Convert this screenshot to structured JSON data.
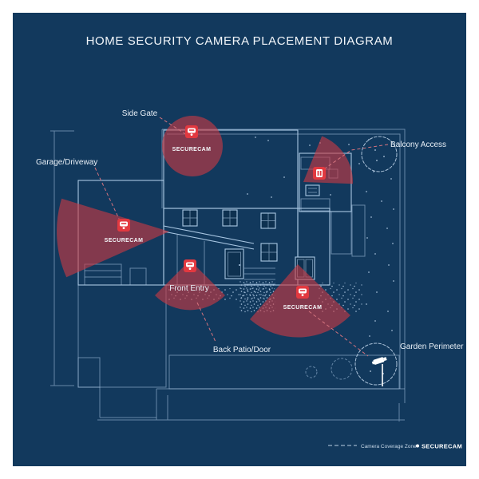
{
  "title": "HOME SECURITY CAMERA PLACEMENT DIAGRAM",
  "cameras": [
    {
      "location": "Side Gate",
      "brand": "SECURECAM",
      "zone": "circle"
    },
    {
      "location": "Garage/Driveway",
      "brand": "SECURECAM",
      "zone": "wedge-left"
    },
    {
      "location": "Balcony Access",
      "brand": "",
      "zone": "wedge-upper-right"
    },
    {
      "location": "Front Entry",
      "brand": "",
      "zone": "wedge-down"
    },
    {
      "location": "Back Patio/Door",
      "brand": "SECURECAM",
      "zone": "wedge-down"
    },
    {
      "location": "Garden Perimeter",
      "brand": "",
      "zone": "none"
    }
  ],
  "legend": {
    "coverage_zone": "Camera Coverage Zone",
    "camera": "SECURECAM"
  },
  "colors": {
    "background": "#12395d",
    "blueprint_line": "#a9c7e3",
    "coverage_zone": "#cf3a42",
    "camera_marker": "#e23940",
    "leader_line": "#d4737e",
    "text": "#eef4fa"
  }
}
